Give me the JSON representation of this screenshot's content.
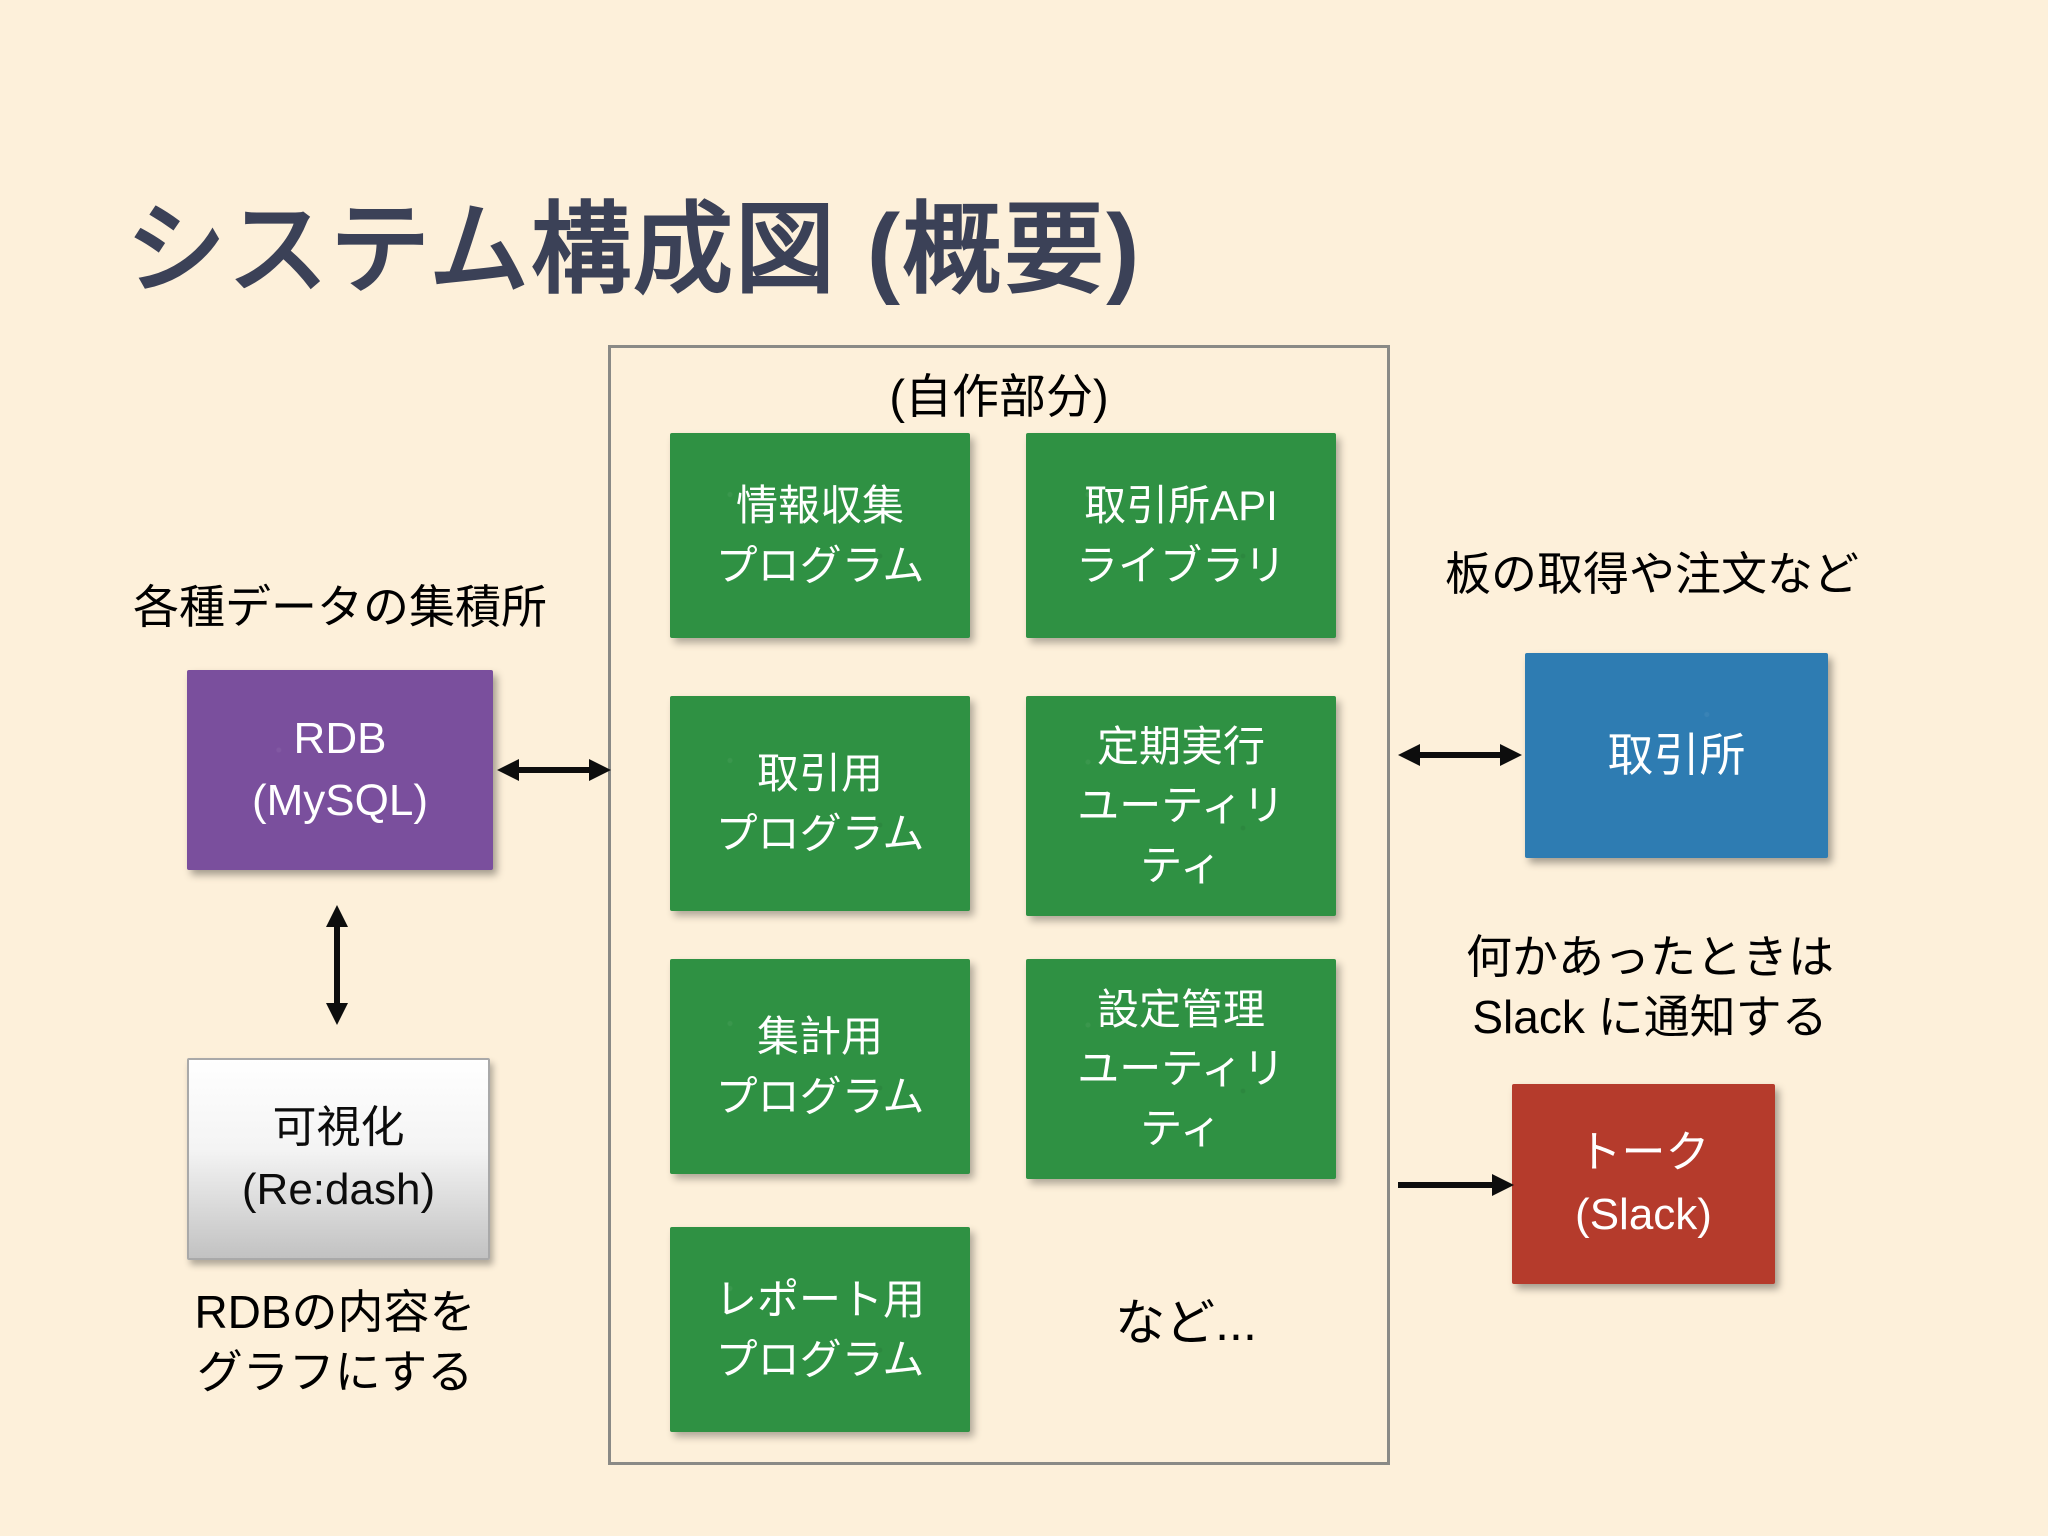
{
  "title": "システム構成図 (概要)",
  "colors": {
    "background": "#fdf0da",
    "title": "#3b4157",
    "green": "#2f9143",
    "purple": "#7a4f9d",
    "blue": "#2e7cb2",
    "red": "#b53b2c",
    "text": "#1a1a1a"
  },
  "container": {
    "label": "(自作部分)",
    "boxes": [
      {
        "id": "info-collection-program",
        "label": "情報収集\nプログラム"
      },
      {
        "id": "exchange-api-library",
        "label": "取引所API\nライブラリ"
      },
      {
        "id": "trading-program",
        "label": "取引用\nプログラム"
      },
      {
        "id": "periodic-exec-utility",
        "label": "定期実行\nユーティリ\nティ"
      },
      {
        "id": "aggregation-program",
        "label": "集計用\nプログラム"
      },
      {
        "id": "config-management-utility",
        "label": "設定管理\nユーティリ\nティ"
      },
      {
        "id": "report-program",
        "label": "レポート用\nプログラム"
      }
    ],
    "etc_label": "など..."
  },
  "left": {
    "label": "各種データの集積所",
    "rdb_box": "RDB\n(MySQL)",
    "viz_box": "可視化\n(Re:dash)",
    "caption": "RDBの内容を\nグラフにする"
  },
  "right": {
    "top_label": "板の取得や注文など",
    "exchange_box": "取引所",
    "slack_note": "何かあったときは\nSlack に通知する",
    "slack_box": "トーク\n(Slack)"
  }
}
